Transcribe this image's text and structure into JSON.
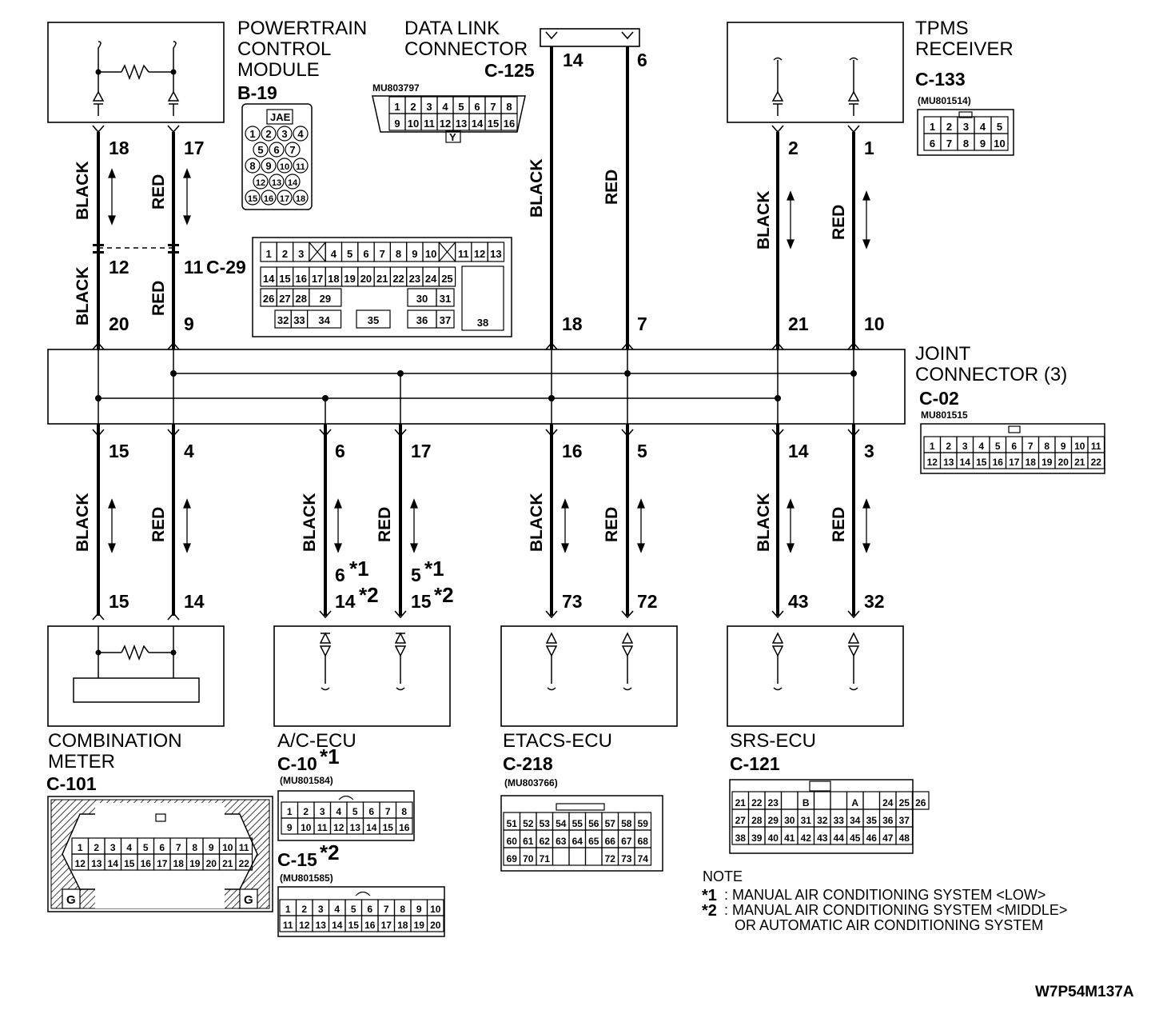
{
  "modules": {
    "pcm": {
      "name_lines": [
        "POWERTRAIN",
        "CONTROL",
        "MODULE"
      ],
      "connector": "B-19",
      "brand": "JAE"
    },
    "dlc": {
      "name_lines": [
        "DATA LINK",
        "CONNECTOR"
      ],
      "connector": "C-125",
      "part": "MU803797",
      "pin14": "14",
      "pin6": "6"
    },
    "tpms": {
      "name_lines": [
        "TPMS",
        "RECEIVER"
      ],
      "connector": "C-133",
      "part": "(MU801514)"
    },
    "joint": {
      "name_lines": [
        "JOINT",
        "CONNECTOR (3)"
      ],
      "connector": "C-02",
      "part": "MU801515"
    },
    "c29": {
      "connector": "C-29"
    },
    "meter": {
      "name_lines": [
        "COMBINATION",
        "METER"
      ],
      "connector": "C-101"
    },
    "ac": {
      "name": "A/C-ECU",
      "connector1": "C-10",
      "mark1": "*1",
      "part1": "(MU801584)",
      "connector2": "C-15",
      "mark2": "*2",
      "part2": "(MU801585)"
    },
    "etacs": {
      "name": "ETACS-ECU",
      "connector": "C-218",
      "part": "(MU803766)"
    },
    "srs": {
      "name": "SRS-ECU",
      "connector": "C-121"
    }
  },
  "wire_colors": {
    "black": "BLACK",
    "red": "RED"
  },
  "pins": {
    "pcm_black": "18",
    "pcm_red": "17",
    "c29_black_top": "12",
    "c29_red_top": "11",
    "c29_black_bot": "20",
    "c29_red_bot": "9",
    "dlc_black_joint": "18",
    "dlc_red_joint": "7",
    "tpms_black": "2",
    "tpms_red": "1",
    "tpms_black_joint": "21",
    "tpms_red_joint": "10",
    "joint_meter_black": "15",
    "joint_meter_red": "4",
    "joint_ac_black": "6",
    "joint_ac_red": "17",
    "joint_etacs_black": "16",
    "joint_etacs_red": "5",
    "joint_srs_black": "14",
    "joint_srs_red": "3",
    "meter_black": "15",
    "meter_red": "14",
    "ac_black_1": "6",
    "ac_black_2": "14",
    "ac_red_1": "5",
    "ac_red_2": "15",
    "etacs_black": "73",
    "etacs_red": "72",
    "srs_black": "43",
    "srs_red": "32"
  },
  "star_marks": {
    "m1": "*1",
    "m2": "*2"
  },
  "connector_faces": {
    "b19_rows": [
      [
        "1",
        "2",
        "3",
        "4"
      ],
      [
        "5",
        "6",
        "7"
      ],
      [
        "8",
        "9",
        "10",
        "11"
      ],
      [
        "12",
        "13",
        "14"
      ],
      [
        "15",
        "16",
        "17",
        "18"
      ]
    ],
    "dlc_rows": [
      [
        "1",
        "2",
        "3",
        "4",
        "5",
        "6",
        "7",
        "8"
      ],
      [
        "9",
        "10",
        "11",
        "12",
        "13",
        "14",
        "15",
        "16"
      ]
    ],
    "dlc_key": "Y",
    "c133_rows": [
      [
        "1",
        "2",
        "3",
        "4",
        "5"
      ],
      [
        "6",
        "7",
        "8",
        "9",
        "10"
      ]
    ],
    "c29_rows": [
      [
        "1",
        "2",
        "3",
        "",
        "4",
        "5",
        "6",
        "7",
        "8",
        "9",
        "10",
        "",
        "11",
        "12",
        "13"
      ],
      [
        "14",
        "15",
        "16",
        "17",
        "18",
        "19",
        "20",
        "21",
        "22",
        "23",
        "24",
        "25"
      ],
      [
        "26",
        "27",
        "28",
        "29",
        "30",
        "31",
        "38"
      ],
      [
        "32",
        "33",
        "34",
        "35",
        "36",
        "37"
      ]
    ],
    "c02_rows": [
      [
        "1",
        "2",
        "3",
        "4",
        "5",
        "6",
        "7",
        "8",
        "9",
        "10",
        "11"
      ],
      [
        "12",
        "13",
        "14",
        "15",
        "16",
        "17",
        "18",
        "19",
        "20",
        "21",
        "22"
      ]
    ],
    "c101_rows": [
      [
        "1",
        "2",
        "3",
        "4",
        "5",
        "6",
        "7",
        "8",
        "9",
        "10",
        "11"
      ],
      [
        "12",
        "13",
        "14",
        "15",
        "16",
        "17",
        "18",
        "19",
        "20",
        "21",
        "22"
      ]
    ],
    "c101_guide": "G",
    "c10_rows": [
      [
        "1",
        "2",
        "3",
        "4",
        "5",
        "6",
        "7",
        "8"
      ],
      [
        "9",
        "10",
        "11",
        "12",
        "13",
        "14",
        "15",
        "16"
      ]
    ],
    "c15_rows": [
      [
        "1",
        "2",
        "3",
        "4",
        "5",
        "6",
        "7",
        "8",
        "9",
        "10"
      ],
      [
        "11",
        "12",
        "13",
        "14",
        "15",
        "16",
        "17",
        "18",
        "19",
        "20"
      ]
    ],
    "c218_rows": [
      [
        "51",
        "52",
        "53",
        "54",
        "55",
        "56",
        "57",
        "58",
        "59"
      ],
      [
        "60",
        "61",
        "62",
        "63",
        "64",
        "65",
        "66",
        "67",
        "68"
      ],
      [
        "69",
        "70",
        "71",
        "",
        "",
        "",
        "72",
        "73",
        "74"
      ]
    ],
    "c121_rows": [
      [
        "21",
        "22",
        "23",
        "",
        "B",
        "",
        "",
        "A",
        "",
        "24",
        "25",
        "26"
      ],
      [
        "27",
        "28",
        "29",
        "30",
        "31",
        "32",
        "33",
        "34",
        "35",
        "36",
        "37"
      ],
      [
        "38",
        "39",
        "40",
        "41",
        "42",
        "43",
        "44",
        "45",
        "46",
        "47",
        "48"
      ]
    ]
  },
  "notes": {
    "title": "NOTE",
    "n1_mark": "*1",
    "n1_text": ": MANUAL AIR CONDITIONING SYSTEM <LOW>",
    "n2_mark": "*2",
    "n2_text": ": MANUAL AIR CONDITIONING SYSTEM <MIDDLE>",
    "n2_text2": "OR AUTOMATIC AIR CONDITIONING SYSTEM"
  },
  "figure_code": "W7P54M137A"
}
